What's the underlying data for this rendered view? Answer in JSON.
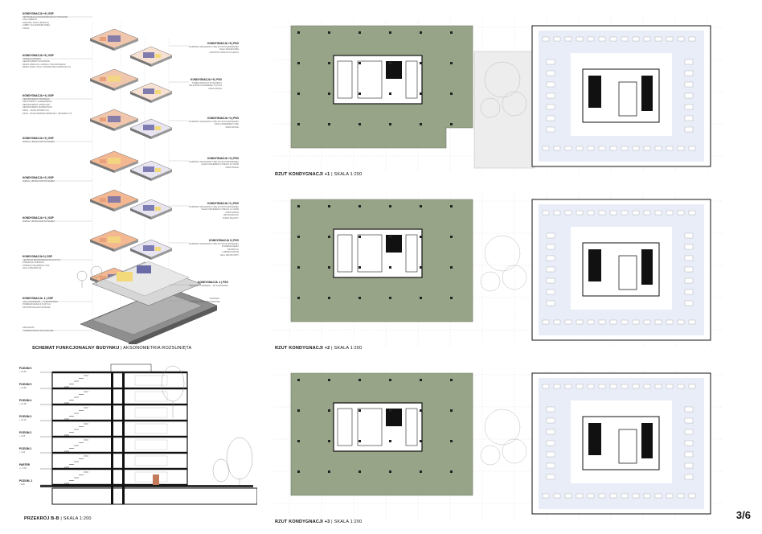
{
  "page_number": "3/6",
  "axonometry": {
    "caption_bold": "SCHEMAT FUNKCJONALNY BUDYNKU",
    "caption_rest": "| AKSONOMETRIA ROZSUNIĘTA",
    "left_labels": [
      {
        "title": "KONDYGNACJA +6 | GSP",
        "items": [
          "RESTAURACJA PANORAMICZNA Z TARASAMI",
          "SALE ZEBRAŃ",
          "NAROŻNY BAR Z BARISTĄ",
          "LOBBY SALI BANKIETOWEJ",
          "TARAS"
        ]
      },
      {
        "title": "KONDYGNACJA +5 | GSP",
        "items": [
          "STREFA ZARZĄDU",
          "DEPARTAMENT FINANSÓW",
          "BIURO OBSŁUGI I HANDLU FINANSOWEGO",
          "BIURO KADR, PŁAC I SPRAW PRACOWNICZYCH"
        ]
      },
      {
        "title": "KONDYGNACJA +4 | GSP",
        "items": [
          "DEPARTAMENT STRATEGII",
          "PRACOWNICY ZARZĄDZENIA",
          "DEPARTAMENT HANDLOWY",
          "DEPARTAMENT MARKETINGU",
          "DZIAŁ - SUWA SPORNYCH",
          "DZIAŁ - BIURA BEZPIECZEŃSTWA I INFORMATYKI"
        ]
      },
      {
        "title": "KONDYGNACJA +3 | GSP",
        "items": [
          "MODUŁ - BIURA POD WYNAJEM"
        ]
      },
      {
        "title": "KONDYGNACJA +2 | GSP",
        "items": [
          "MODUŁ - BIURA POD WYNAJEM"
        ]
      },
      {
        "title": "KONDYGNACJA +1 | GSP",
        "items": [
          "MODUŁ - BIURA POD WYNAJEM"
        ]
      },
      {
        "title": "KONDYGNACJA 0 | GSP",
        "items": [
          "CENTRUM PRZETWARZANIA DANYCH",
          "STREFA DO WEJŚCIA",
          "STREFA KONFERENCYJNA",
          "HALL Z RECEPCJĄ"
        ]
      },
      {
        "title": "KONDYGNACJA -1 | GSP",
        "items": [
          "HALA GARAŻOWA - 1 STANOWISKO",
          "POMIESZCZENIA Z DUŻYCH",
          "SPOSÓB MAGAZYNOWANIA"
        ]
      },
      {
        "title": "",
        "items": [
          "ARCHIWUM",
          "POMIESZCZENIA TECHNICZNE"
        ]
      }
    ],
    "right_labels": [
      {
        "title": "KONDYGNACJA +6 | PSG",
        "items": [
          "KOMÓRKI ORGANIZACYJNE DO WYNAJMOWANIA",
          "SALE TECHNICZNE",
          "CENTRUM OBSŁUGI KLIENTA"
        ]
      },
      {
        "title": "KONDYGNACJA +5 | PSG",
        "items": [
          "STREFA BIUR DO WYNAJĘCIA",
          "SALE BIUR KONFERENCYJNYCH",
          "OPEN SPACE"
        ]
      },
      {
        "title": "KONDYGNACJA +4 | PSG",
        "items": [
          "KOMÓRKI ORGANIZACYJNE DO WYNAJMOWANIA",
          "SALE KONFERENCYJNE",
          "OPEN SPACE"
        ]
      },
      {
        "title": "KONDYGNACJA +3 | PSG",
        "items": [
          "KOMÓRKI ORGANIZACYJNE DO WYNAJMOWANIA",
          "SALE KONFERENCYJNE DO 15 OSÓB",
          "OPEN SPACE"
        ]
      },
      {
        "title": "KONDYGNACJA +1 | PSG",
        "items": [
          "KOMÓRKI ORGANIZACYJNE DO WYNAJMOWANIA",
          "SALE KONFERENCYJNE DO 12 OSÓB",
          "OPEN SPACE",
          "RESTAURACJA",
          "TARAS ZIELONY"
        ]
      },
      {
        "title": "KONDYGNACJA 0 | PSG",
        "items": [
          "KOMÓRKI ORGANIZACYJNE DO WYNAJMOWANIA",
          "POMIESZCZENIA",
          "RECEPCJA",
          "LABORATORIUM",
          "HALL WEJŚCIOWY"
        ]
      },
      {
        "title": "KONDYGNACJA -1 | PSG",
        "items": [
          "PARKING PODZIEMNY - 80 STANOWISK"
        ]
      },
      {
        "title": "",
        "items": [
          "DOSTAWY",
          "POMIESZCZENIA TECHNICZNE"
        ]
      }
    ]
  },
  "section": {
    "caption_bold": "PRZEKRÓJ B-B",
    "caption_rest": "| SKALA 1:200",
    "levels": [
      {
        "name": "POZIOM 6",
        "value": "+ 23,65"
      },
      {
        "name": "POZIOM 5",
        "value": "+ 19,80"
      },
      {
        "name": "POZIOM 4",
        "value": "+ 15,95"
      },
      {
        "name": "POZIOM 3",
        "value": "+ 12,10"
      },
      {
        "name": "POZIOM 2",
        "value": "+ 8,25"
      },
      {
        "name": "POZIOM 1",
        "value": "+ 4,40"
      },
      {
        "name": "PARTER",
        "value": "+/- 0,00"
      },
      {
        "name": "POZIOM -1",
        "value": "- 3,80"
      }
    ]
  },
  "plans": [
    {
      "caption_bold": "RZUT KONDYGNACJI +1",
      "caption_rest": "| SKALA 1:200"
    },
    {
      "caption_bold": "RZUT KONDYGNACJI +2",
      "caption_rest": "| SKALA 1:200"
    },
    {
      "caption_bold": "RZUT KONDYGNACJI +3",
      "caption_rest": "| SKALA 1:200"
    }
  ],
  "colors": {
    "accent_orange": "#e8a07a",
    "accent_purple": "#6b6aa8",
    "accent_yellow": "#f2d97a",
    "plan_green": "#97a488",
    "plan_blue": "#e9edf8"
  }
}
